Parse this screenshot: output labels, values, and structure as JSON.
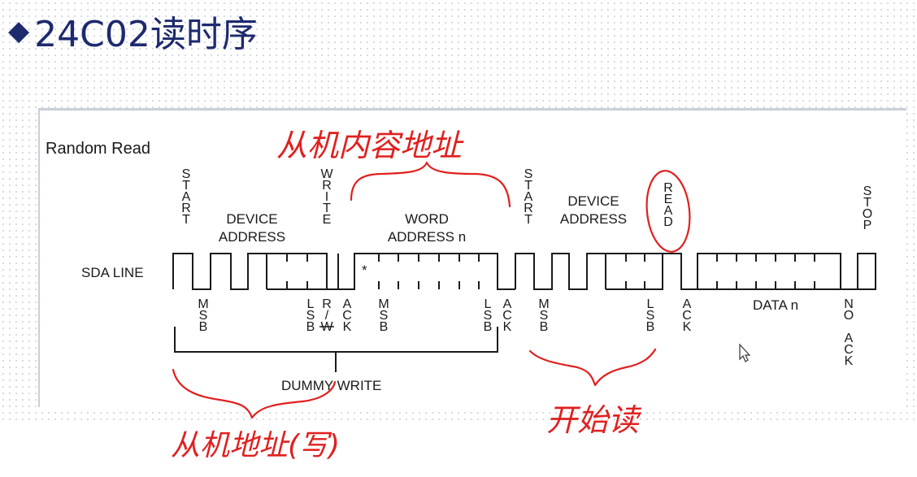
{
  "slide": {
    "title": "24C02读时序",
    "bullet_icon": "diamond-bullet"
  },
  "figure": {
    "caption": "Random Read",
    "sda_label": "SDA LINE",
    "top_labels": {
      "start1": [
        "S",
        "T",
        "A",
        "R",
        "T"
      ],
      "device1": [
        "DEVICE",
        "ADDRESS"
      ],
      "write": [
        "W",
        "R",
        "I",
        "T",
        "E"
      ],
      "word": [
        "WORD",
        "ADDRESS n"
      ],
      "start2": [
        "S",
        "T",
        "A",
        "R",
        "T"
      ],
      "device2": [
        "DEVICE",
        "ADDRESS"
      ],
      "read": [
        "R",
        "E",
        "A",
        "D"
      ],
      "stop": [
        "S",
        "T",
        "O",
        "P"
      ]
    },
    "bottom_labels": {
      "msb1": [
        "M",
        "S",
        "B"
      ],
      "lsb1": [
        "L",
        "S",
        "B"
      ],
      "rw": [
        "R",
        "/",
        "W"
      ],
      "ack1": [
        "A",
        "C",
        "K"
      ],
      "msb2": [
        "M",
        "S",
        "B"
      ],
      "lsb2": [
        "L",
        "S",
        "B"
      ],
      "ack2": [
        "A",
        "C",
        "K"
      ],
      "msb3": [
        "M",
        "S",
        "B"
      ],
      "lsb3": [
        "L",
        "S",
        "B"
      ],
      "ack3": [
        "A",
        "C",
        "K"
      ],
      "data": "DATA n",
      "noack": [
        "N",
        "O",
        "",
        "A",
        "C",
        "K"
      ]
    },
    "asterisk": "*",
    "dummy_write": "DUMMY WRITE"
  },
  "annotations": {
    "slave_internal_addr": "从机内容地址",
    "slave_addr_write": "从机地址(写)",
    "start_read": "开始读"
  },
  "colors": {
    "title": "#1e2a6e",
    "annotation": "#e0201f",
    "waveform": "#1a1a1a"
  }
}
